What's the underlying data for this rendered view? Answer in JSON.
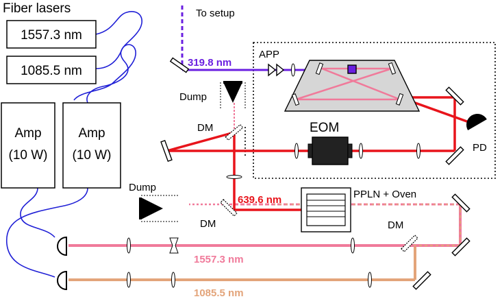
{
  "title": "Fiber lasers",
  "sources": [
    {
      "label": "1557.3 nm"
    },
    {
      "label": "1085.5 nm"
    }
  ],
  "amplifiers": [
    {
      "line1": "Amp",
      "line2": "(10 W)"
    },
    {
      "line1": "Amp",
      "line2": "(10 W)"
    }
  ],
  "labels": {
    "to_setup": "To setup",
    "uv": "319.8 nm",
    "app": "APP",
    "dump_top": "Dump",
    "dm_upper": "DM",
    "eom": "EOM",
    "pd": "PD",
    "dump_left": "Dump",
    "dm_lower": "DM",
    "red": "639.6 nm",
    "ppln": "PPLN + Oven",
    "dm_right": "DM",
    "pink": "1557.3 nm",
    "tan": "1085.5 nm"
  },
  "colors": {
    "fiber": "#1f1fd6",
    "uv": "#6a1fe0",
    "red": "#e8141b",
    "pink": "#f07a9a",
    "tan": "#e3a47a",
    "cavity": "#d6d6d6"
  }
}
